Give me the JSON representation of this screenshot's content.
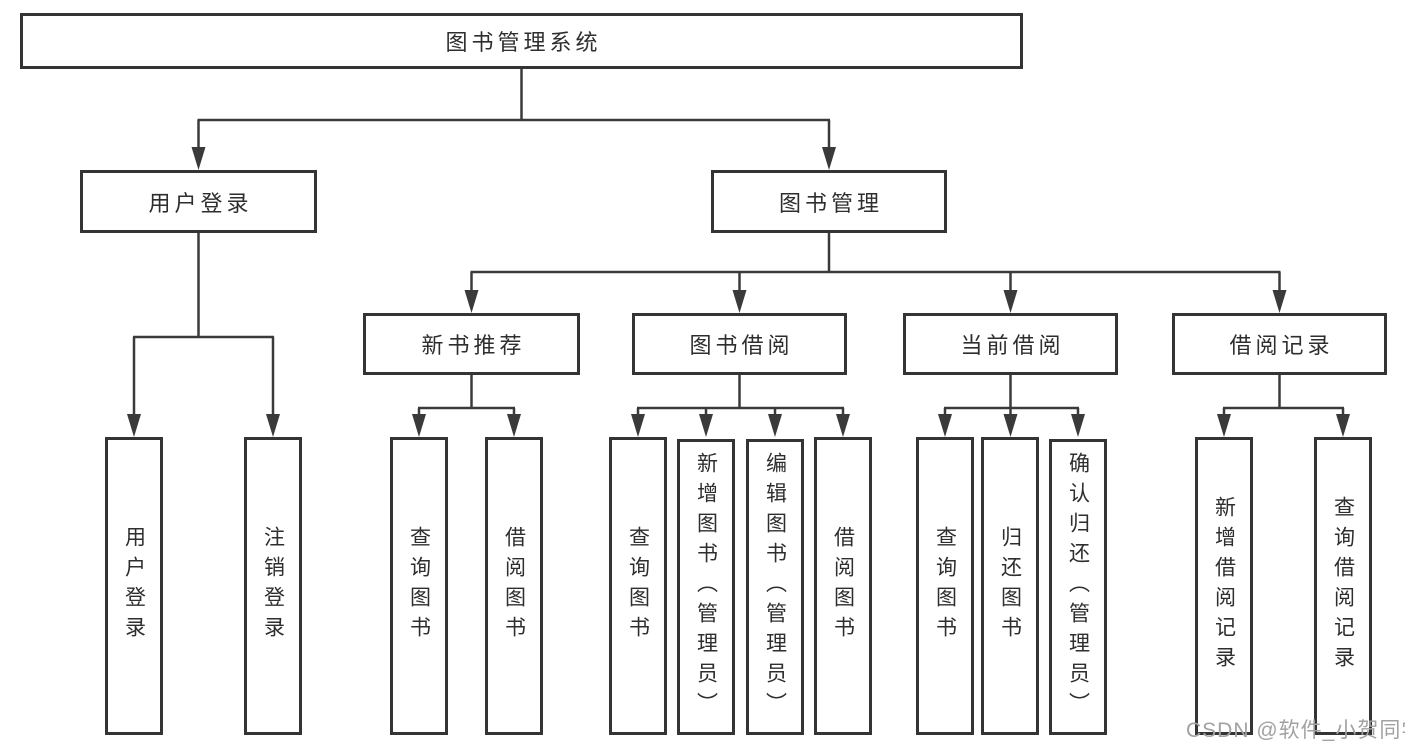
{
  "colors": {
    "line": "#3a3a3a",
    "box_border": "#343434",
    "text": "#2e2e2e",
    "background": "#ffffff",
    "watermark": "#a2a2a2"
  },
  "watermark": {
    "text": "CSDN @软件_小贺同学"
  },
  "tree": {
    "root": {
      "label": "图书管理系统"
    },
    "user_login": {
      "label": "用户登录",
      "leaves": [
        "用户登录",
        "注销登录"
      ]
    },
    "book_mgmt": {
      "label": "图书管理",
      "sections": [
        {
          "label": "新书推荐",
          "leaves": [
            "查询图书",
            "借阅图书"
          ]
        },
        {
          "label": "图书借阅",
          "leaves": [
            "查询图书",
            "新增图书（管理员）",
            "编辑图书（管理员）",
            "借阅图书"
          ]
        },
        {
          "label": "当前借阅",
          "leaves": [
            "查询图书",
            "归还图书",
            "确认归还（管理员）"
          ]
        },
        {
          "label": "借阅记录",
          "leaves": [
            "新增借阅记录",
            "查询借阅记录"
          ]
        }
      ]
    }
  }
}
